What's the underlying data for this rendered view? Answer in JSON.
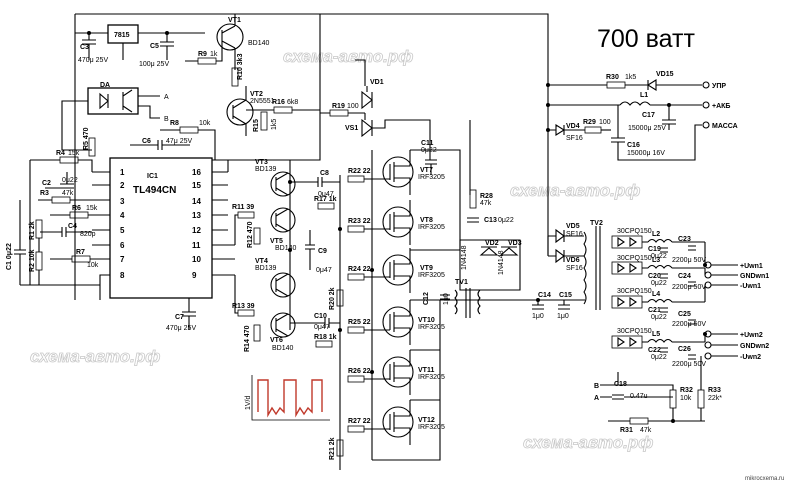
{
  "title": "700 ватт",
  "watermarks": [
    "схема-авто.рф",
    "схема-авто.рф",
    "схема-авто.рф",
    "схема-авто.рф"
  ],
  "source_credit": "mikrocxema.ru",
  "ic": {
    "ref": "IC1",
    "name": "TL494CN",
    "pins_left": [
      "1",
      "2",
      "3",
      "4",
      "5",
      "6",
      "7",
      "8"
    ],
    "pins_right": [
      "16",
      "15",
      "14",
      "13",
      "12",
      "11",
      "10",
      "9"
    ]
  },
  "optocoupler": {
    "ref": "DA",
    "out_a": "A",
    "out_b": "B"
  },
  "regulator": "7815",
  "transistors": [
    {
      "ref": "VT1",
      "type": "BD140"
    },
    {
      "ref": "VT2",
      "type": "2N5551"
    },
    {
      "ref": "VT3",
      "type": "BD139"
    },
    {
      "ref": "VT4",
      "type": "BD139"
    },
    {
      "ref": "VT5",
      "type": "BD140"
    },
    {
      "ref": "VT6",
      "type": "BD140"
    },
    {
      "ref": "VT7",
      "type": "IRF3205"
    },
    {
      "ref": "VT8",
      "type": "IRF3205"
    },
    {
      "ref": "VT9",
      "type": "IRF3205"
    },
    {
      "ref": "VT10",
      "type": "IRF3205"
    },
    {
      "ref": "VT11",
      "type": "IRF3205"
    },
    {
      "ref": "VT12",
      "type": "IRF3205"
    }
  ],
  "resistors": [
    {
      "ref": "R1",
      "value": "2k"
    },
    {
      "ref": "R2",
      "value": "10k"
    },
    {
      "ref": "R3",
      "value": "47k"
    },
    {
      "ref": "R4",
      "value": "15k"
    },
    {
      "ref": "R5",
      "value": "470"
    },
    {
      "ref": "R6",
      "value": "15k"
    },
    {
      "ref": "R7",
      "value": "10k"
    },
    {
      "ref": "R8",
      "value": "10k"
    },
    {
      "ref": "R9",
      "value": "1k"
    },
    {
      "ref": "R10",
      "value": "3k3"
    },
    {
      "ref": "R11",
      "value": "39"
    },
    {
      "ref": "R12",
      "value": "470"
    },
    {
      "ref": "R13",
      "value": "39"
    },
    {
      "ref": "R14",
      "value": "470"
    },
    {
      "ref": "R15",
      "value": "1k5"
    },
    {
      "ref": "R16",
      "value": "6k8"
    },
    {
      "ref": "R17",
      "value": "1k"
    },
    {
      "ref": "R18",
      "value": "1k"
    },
    {
      "ref": "R19",
      "value": "100"
    },
    {
      "ref": "R20",
      "value": "2k"
    },
    {
      "ref": "R21",
      "value": "2k"
    },
    {
      "ref": "R22",
      "value": "22"
    },
    {
      "ref": "R23",
      "value": "22"
    },
    {
      "ref": "R24",
      "value": "22"
    },
    {
      "ref": "R25",
      "value": "22"
    },
    {
      "ref": "R26",
      "value": "22"
    },
    {
      "ref": "R27",
      "value": "22"
    },
    {
      "ref": "R28",
      "value": "47k"
    },
    {
      "ref": "R29",
      "value": "100"
    },
    {
      "ref": "R30",
      "value": "1k5"
    },
    {
      "ref": "R31",
      "value": "47k"
    },
    {
      "ref": "R32",
      "value": "10k"
    },
    {
      "ref": "R33",
      "value": "22k*"
    }
  ],
  "capacitors": [
    {
      "ref": "C1",
      "value": "0μ22"
    },
    {
      "ref": "C2",
      "value": "0μ22"
    },
    {
      "ref": "C3",
      "value": "470μ 25V"
    },
    {
      "ref": "C4",
      "value": "820p"
    },
    {
      "ref": "C5",
      "value": "100μ 25V"
    },
    {
      "ref": "C6",
      "value": "47μ 25V"
    },
    {
      "ref": "C7",
      "value": "470μ 25V"
    },
    {
      "ref": "C8",
      "value": "0μ47"
    },
    {
      "ref": "C9",
      "value": "0μ47"
    },
    {
      "ref": "C10",
      "value": "0μ47"
    },
    {
      "ref": "C11",
      "value": "0μ22"
    },
    {
      "ref": "C12",
      "value": "1μ0"
    },
    {
      "ref": "C13",
      "value": "0μ22"
    },
    {
      "ref": "C14",
      "value": "1μ0"
    },
    {
      "ref": "C15",
      "value": "1μ0"
    },
    {
      "ref": "C16",
      "value": "15000μ 16V"
    },
    {
      "ref": "C17",
      "value": "15000μ 25V"
    },
    {
      "ref": "C18",
      "value": "0.47u"
    },
    {
      "ref": "C19",
      "value": "0μ22"
    },
    {
      "ref": "C20",
      "value": "0μ22"
    },
    {
      "ref": "C21",
      "value": "0μ22"
    },
    {
      "ref": "C22",
      "value": "0μ22"
    },
    {
      "ref": "C23",
      "value": "2200μ 50V"
    },
    {
      "ref": "C24",
      "value": "2200μ 50V"
    },
    {
      "ref": "C25",
      "value": "2200μ 50V"
    },
    {
      "ref": "C26",
      "value": "2200μ 50V"
    }
  ],
  "diodes": [
    {
      "ref": "VD1",
      "value": ""
    },
    {
      "ref": "VD2",
      "value": "1N4148"
    },
    {
      "ref": "VD3",
      "value": "1N4148"
    },
    {
      "ref": "VD4",
      "value": "SF16"
    },
    {
      "ref": "VD5",
      "value": "SF16"
    },
    {
      "ref": "VD6",
      "value": "SF16"
    },
    {
      "ref": "VD15",
      "value": ""
    }
  ],
  "rectifier_diodes": "30CPQ150",
  "inductors": [
    "L1",
    "L2",
    "L3",
    "L4",
    "L5"
  ],
  "transformers": [
    "TV1",
    "TV2"
  ],
  "thyristor": "VS1",
  "connectors": [
    {
      "label": "УПР"
    },
    {
      "label": "+АКБ"
    },
    {
      "label": "МАССА"
    },
    {
      "label": "+Uwn1"
    },
    {
      "label": "GNDwn1"
    },
    {
      "label": "-Uwn1"
    },
    {
      "label": "+Uwn2"
    },
    {
      "label": "GNDwn2"
    },
    {
      "label": "-Uwn2"
    }
  ],
  "feedback_labels": {
    "a": "A",
    "b": "B"
  },
  "oscillogram": {
    "axis_label": "1V/d"
  },
  "colors": {
    "wire": "#000000",
    "waveform": "#c0392b",
    "watermark": "#c8c8c8",
    "background": "#ffffff"
  }
}
